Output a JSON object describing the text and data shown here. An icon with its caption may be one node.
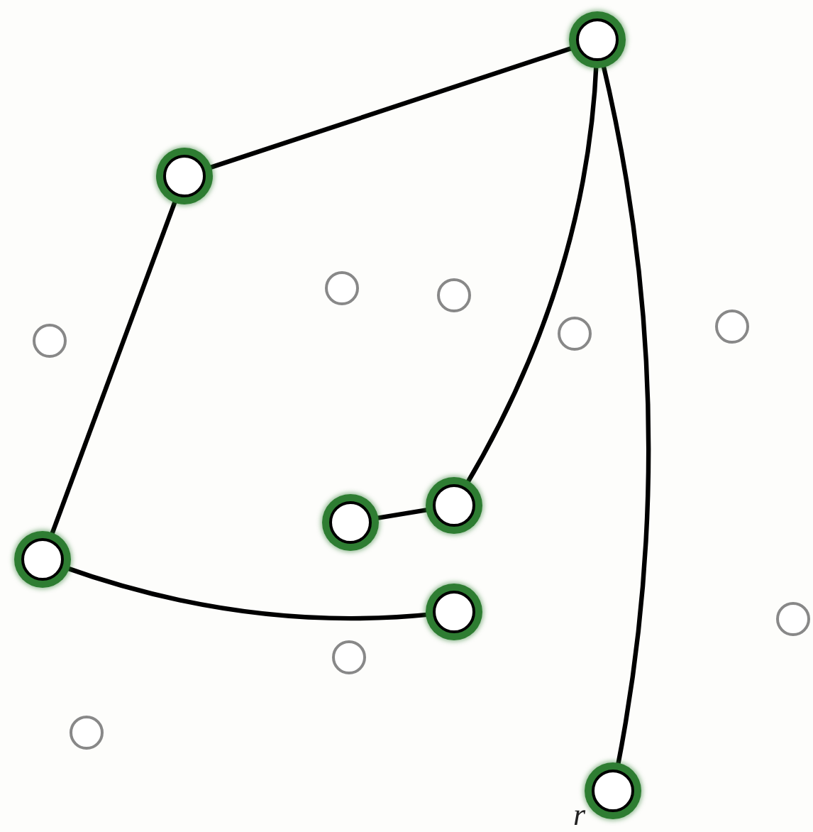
{
  "diagram": {
    "nodes": [
      {
        "text": [],
        "shape": "circle"
      },
      {
        "text": [],
        "shape": "circle"
      },
      {
        "text": [],
        "shape": "circle"
      },
      {
        "text": [],
        "shape": "circle"
      },
      {
        "text": [],
        "shape": "circle"
      },
      {
        "text": [],
        "shape": "circle"
      },
      {
        "text": [],
        "shape": "circle"
      },
      {
        "text": [],
        "shape": "circle"
      },
      {
        "text": [],
        "shape": "circle"
      },
      {
        "text": [],
        "shape": "circle"
      },
      {
        "text": [],
        "shape": "circle"
      },
      {
        "text": [],
        "shape": "circle"
      },
      {
        "text": [],
        "shape": "circle"
      },
      {
        "text": [],
        "shape": "circle"
      },
      {
        "text": [],
        "shape": "circle"
      }
    ],
    "edges": [
      {
        "from": 0,
        "to": 1,
        "arrow": "none"
      },
      {
        "from": 1,
        "to": 9,
        "arrow": "none"
      },
      {
        "from": 0,
        "to": 7,
        "arrow": "none"
      },
      {
        "from": 8,
        "to": 7,
        "arrow": "none"
      },
      {
        "from": 9,
        "to": 10,
        "arrow": "none"
      },
      {
        "from": 0,
        "to": 14,
        "arrow": "none"
      }
    ],
    "labels": [
      "r"
    ]
  }
}
